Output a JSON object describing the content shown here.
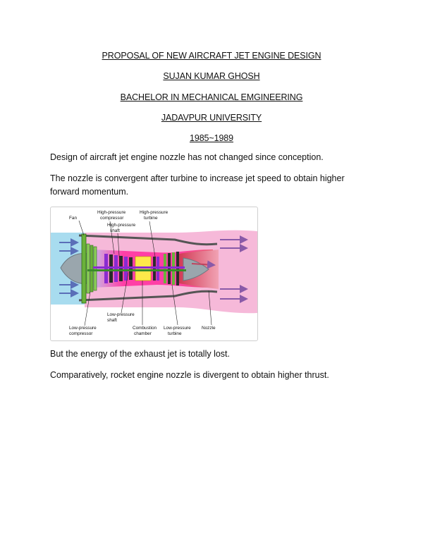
{
  "header": {
    "title": "PROPOSAL OF NEW AIRCRAFT JET ENGINE DESIGN",
    "author": "SUJAN KUMAR GHOSH",
    "degree": "BACHELOR IN MECHANICAL EMGINEERING",
    "university": "JADAVPUR UNIVERSITY",
    "years": "1985~1989"
  },
  "body": {
    "p1": "Design of aircraft jet engine nozzle has not changed since conception.",
    "p2": "The nozzle is convergent after turbine to increase jet speed to obtain higher forward momentum.",
    "p3": "But the energy of the exhaust jet is totally lost.",
    "p4": "Comparatively, rocket engine nozzle is divergent to obtain higher thrust."
  },
  "diagram": {
    "labels": {
      "fan": "Fan",
      "hp_compressor_1": "High-pressure",
      "hp_compressor_2": "compressor",
      "hp_turbine_1": "High-pressure",
      "hp_turbine_2": "turbine",
      "hp_shaft_1": "High-pressure",
      "hp_shaft_2": "shaft",
      "lp_shaft_1": "Low-pressure",
      "lp_shaft_2": "shaft",
      "lp_compressor_1": "Low-pressure",
      "lp_compressor_2": "compressor",
      "combustion_1": "Combustion",
      "combustion_2": "chamber",
      "lp_turbine_1": "Low-pressure",
      "lp_turbine_2": "turbine",
      "nozzle": "Nozzle"
    },
    "colors": {
      "intake_air": "#a8dcef",
      "bypass_air": "#f6b9d9",
      "core": "#ff3fa6",
      "compressor": "#8a2bd0",
      "fan": "#6bb23a",
      "combustor": "#ffe84a",
      "exhaust": "#e85a6a"
    }
  }
}
